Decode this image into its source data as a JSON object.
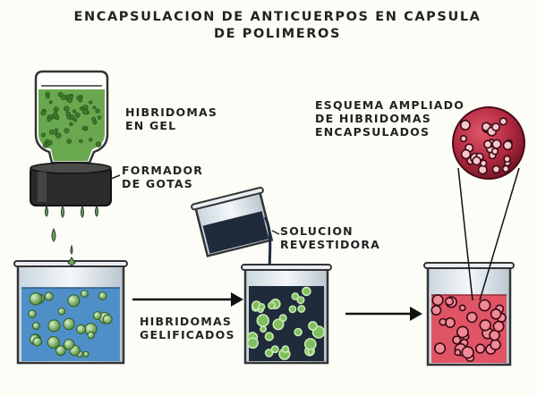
{
  "title": [
    "ENCAPSULACION DE ANTICUERPOS EN CAPSULA",
    "DE POLIMEROS"
  ],
  "labels": {
    "hibridomas_en_gel": [
      "HIBRIDOMAS",
      "EN GEL"
    ],
    "formador_de_gotas": [
      "FORMADOR",
      "DE GOTAS"
    ],
    "esquema": [
      "ESQUEMA AMPLIADO",
      "DE HIBRIDOMAS",
      "ENCAPSULADOS"
    ],
    "solucion": [
      "SOLUCION",
      "REVESTIDORA"
    ],
    "gelificados": [
      "HIBRIDOMAS",
      "GELIFICADOS"
    ]
  },
  "colors": {
    "gel": "#6aa84f",
    "blue_liquid": "#4f8fc8",
    "dark_liquid": "#1f2a3a",
    "red_liquid": "#e05566",
    "sphere": "#a8283c"
  }
}
